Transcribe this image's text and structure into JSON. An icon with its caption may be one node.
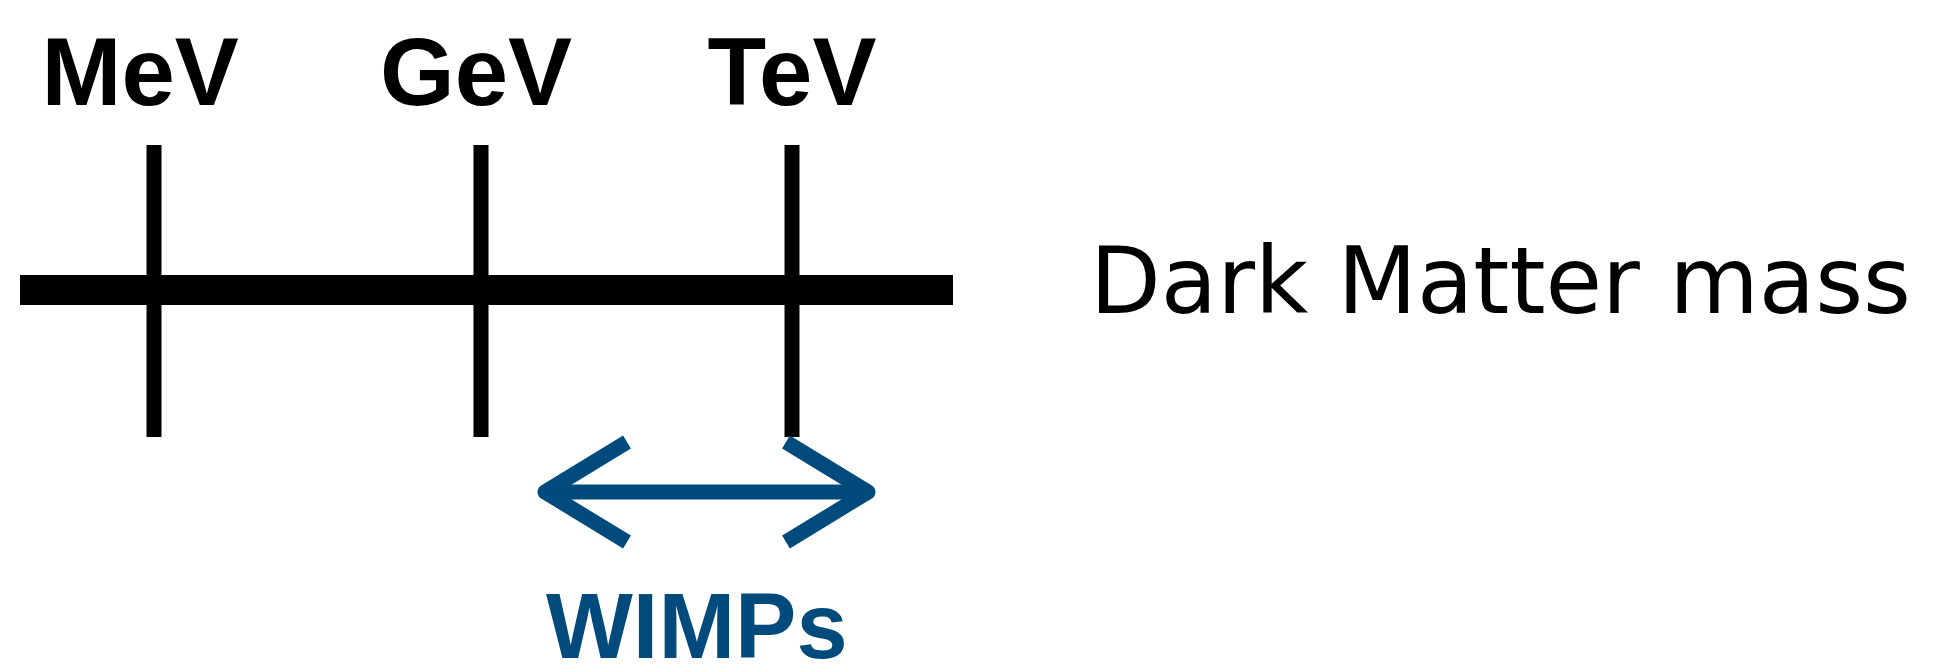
{
  "diagram": {
    "labels": [
      "MeV",
      "GeV",
      "TeV",
      "Dark Matter mass",
      "WIMPs"
    ]
  }
}
